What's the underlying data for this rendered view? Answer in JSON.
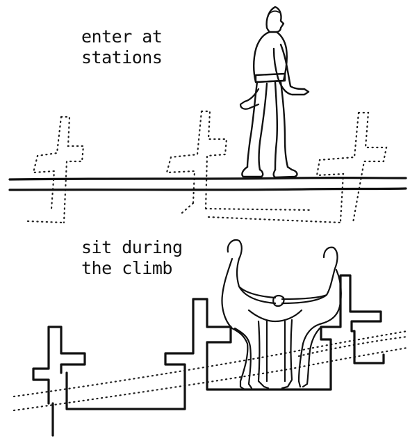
{
  "top_label": {
    "line1": "enter at",
    "line2": "stations"
  },
  "bottom_label": {
    "line1": "sit during",
    "line2": "the climb"
  },
  "colors": {
    "ink": "#111111",
    "background": "#ffffff"
  }
}
